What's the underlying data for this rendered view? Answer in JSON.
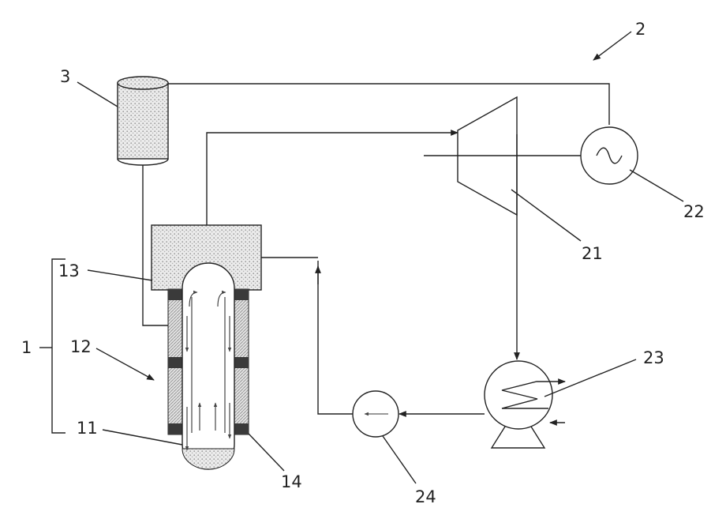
{
  "labels": {
    "n1": "1",
    "n2": "2",
    "n3": "3",
    "n11": "11",
    "n12": "12",
    "n13": "13",
    "n14": "14",
    "n21": "21",
    "n22": "22",
    "n23": "23",
    "n24": "24"
  },
  "colors": {
    "line": "#222222",
    "pattern_fill": "#d6d6d6",
    "dark_band": "#3a3a3a"
  },
  "icons": {
    "generator": "sine-wave-icon",
    "pump": "arrow-left-icon",
    "condenser": "zigzag-coil-icon"
  }
}
